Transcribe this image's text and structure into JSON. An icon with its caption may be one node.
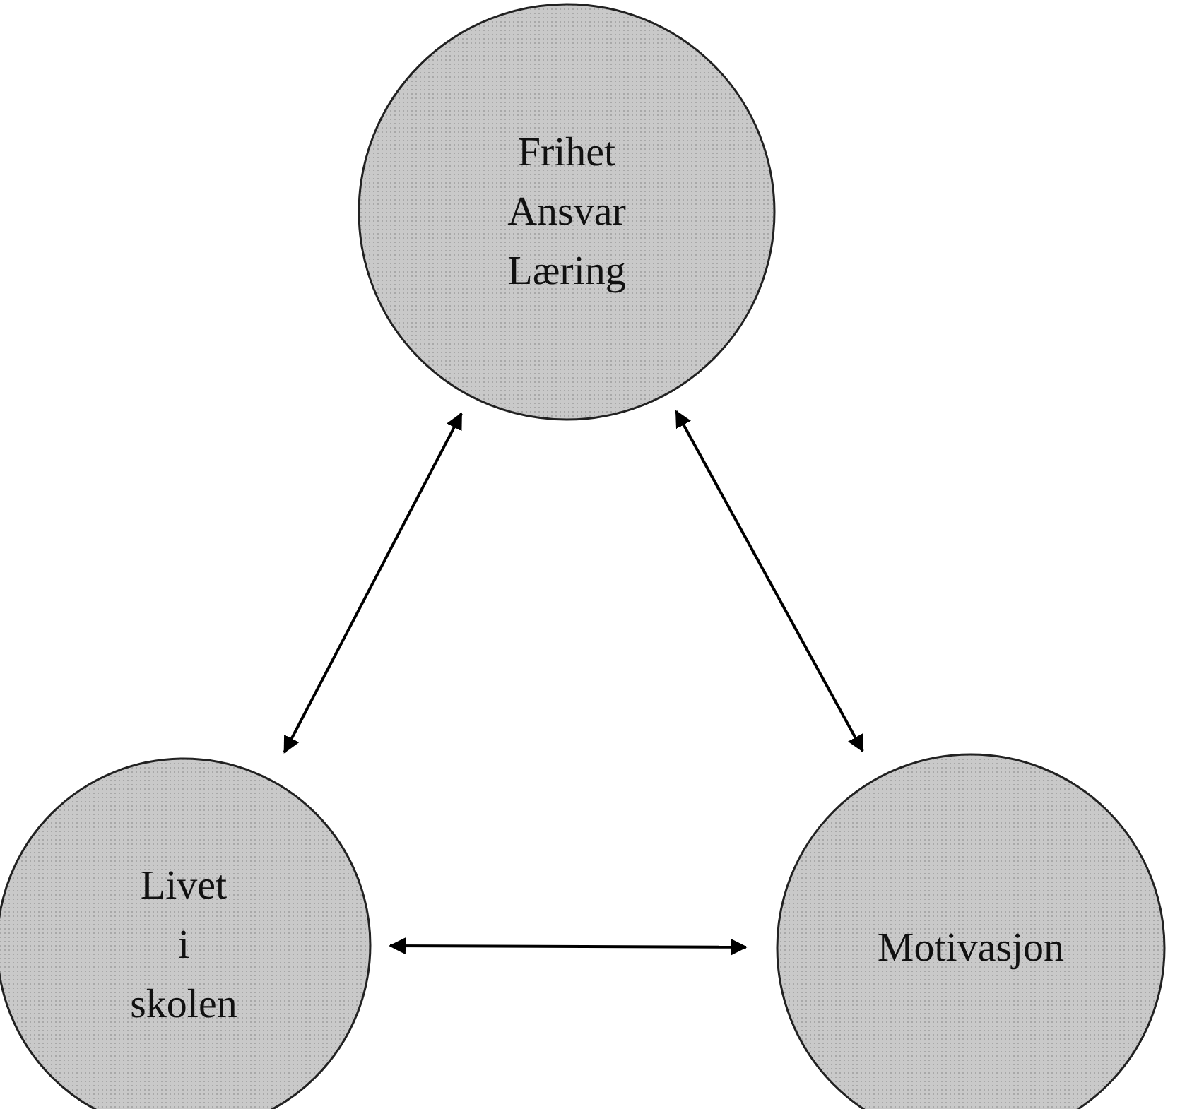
{
  "diagram": {
    "nodes": [
      {
        "text": [
          "Frihet Ansvar Læring"
        ]
      },
      {
        "text": [
          "Livet i skolen"
        ]
      },
      {
        "text": [
          "Motivasjon"
        ]
      }
    ],
    "edges": [
      {
        "from": 0,
        "to": 1,
        "arrow": "both"
      },
      {
        "from": 0,
        "to": 2,
        "arrow": "both"
      },
      {
        "from": 1,
        "to": 2,
        "arrow": "both"
      }
    ]
  }
}
